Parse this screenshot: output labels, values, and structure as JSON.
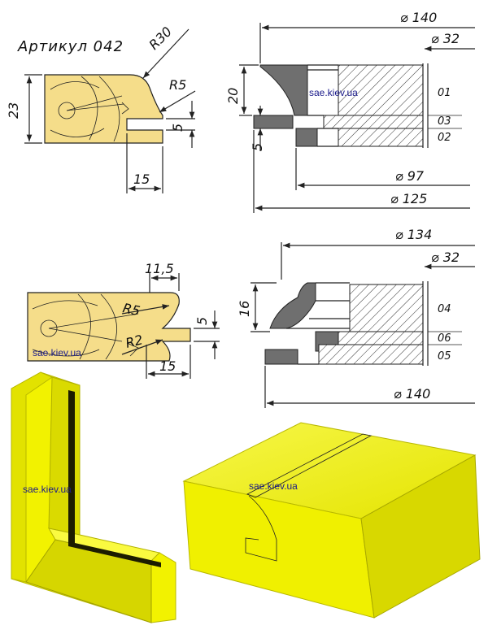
{
  "title": "Артикул 042",
  "watermark": "sae.kiev.ua",
  "profile1": {
    "height": "23",
    "radius_big": "R30",
    "radius_small": "R5",
    "groove": "5",
    "depth": "15"
  },
  "cutter1": {
    "d_outer": "140",
    "d_bore": "32",
    "height": "20",
    "groove": "5",
    "d_97": "97",
    "d_125": "125",
    "parts": [
      "01",
      "03",
      "02"
    ]
  },
  "profile2": {
    "width": "11,5",
    "radius_a": "R5",
    "radius_b": "R2",
    "tongue": "5",
    "length": "15"
  },
  "cutter2": {
    "d_top": "134",
    "d_bore": "32",
    "height": "16",
    "d_bottom": "140",
    "parts": [
      "04",
      "06",
      "05"
    ]
  },
  "colors": {
    "part_fill": "#f5dd8a",
    "render_yellow": "#f2f200",
    "steel": "#6f6f6f"
  }
}
